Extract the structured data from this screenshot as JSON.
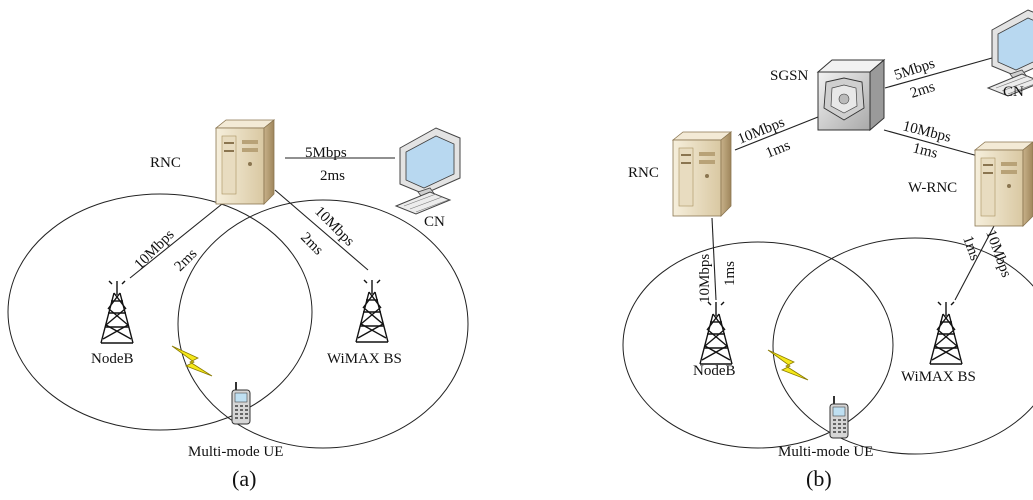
{
  "panel_a": {
    "caption": "(a)",
    "rnc_label": "RNC",
    "cn_label": "CN",
    "nodeb_label": "NodeB",
    "wimax_label": "WiMAX BS",
    "ue_label": "Multi-mode UE",
    "rnc_cn_bw": "5Mbps",
    "rnc_cn_delay": "2ms",
    "rnc_nodeb_bw": "10Mbps",
    "rnc_nodeb_delay": "2ms",
    "rnc_wimax_bw": "10Mbps",
    "rnc_wimax_delay": "2ms"
  },
  "panel_b": {
    "caption": "(b)",
    "sgsn_label": "SGSN",
    "rnc_label": "RNC",
    "wrnc_label": "W-RNC",
    "cn_label": "CN",
    "nodeb_label": "NodeB",
    "wimax_label": "WiMAX BS",
    "ue_label": "Multi-mode UE",
    "sgsn_cn_bw": "5Mbps",
    "sgsn_cn_delay": "2ms",
    "rnc_sgsn_bw": "10Mbps",
    "rnc_sgsn_delay": "1ms",
    "sgsn_wrnc_bw": "10Mbps",
    "sgsn_wrnc_delay": "1ms",
    "rnc_nodeb_bw": "10Mbps",
    "rnc_nodeb_delay": "1ms",
    "wrnc_wimax_bw": "10Mbps",
    "wrnc_wimax_delay": "1ms"
  },
  "colors": {
    "server_body": "#ece3cf",
    "server_side": "#b9a27a",
    "monitor_body": "#e6e6e6",
    "monitor_screen": "#b8d8f0",
    "sgsn_body": "#d9d9d9",
    "lightning": "#f5e81a",
    "line": "#222222"
  },
  "icons": [
    "server-icon",
    "computer-icon",
    "tower-icon",
    "phone-icon",
    "lightning-icon",
    "router-icon"
  ]
}
